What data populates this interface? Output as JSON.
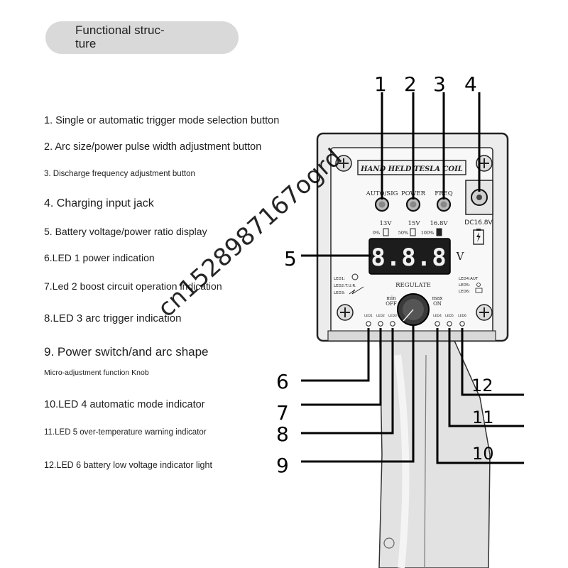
{
  "header": {
    "title_line1": "Functional struc-",
    "title_line2": "ture"
  },
  "features": [
    "1. Single or automatic trigger mode selection button",
    "2. Arc size/power pulse width adjustment button",
    "3. Discharge frequency adjustment button",
    "4. Charging input jack",
    "5. Battery voltage/power ratio display",
    "6.LED 1 power indication",
    "7.Led 2 boost circuit operation indication",
    "8.LED 3 arc trigger indication",
    "9. Power switch/and arc shape",
    "Micro-adjustment function Knob",
    "10.LED 4 automatic mode indicator",
    "11.LED 5 over-temperature warning indicator",
    "12.LED 6 battery low voltage indicator light"
  ],
  "callouts": [
    "1",
    "2",
    "3",
    "4",
    "5",
    "6",
    "7",
    "8",
    "9",
    "10",
    "11",
    "12"
  ],
  "device": {
    "brand": "HAND HELD TESLA COIL",
    "buttons": [
      "AUTO/SIG",
      "POWER",
      "FREQ"
    ],
    "volt_labels": [
      "13V",
      "15V",
      "16.8V"
    ],
    "pct_labels": [
      "0%",
      "50%",
      "100%"
    ],
    "display_digits": "8.8.8",
    "unit": "V",
    "charge_label": "DC16.8V",
    "regulate": "REGULATE",
    "min_label": "min",
    "off_label": "OFF",
    "max_label": "max",
    "on_label": "ON",
    "led_left_labels": [
      "LED1:",
      "LED2:T.U.R.",
      "LED3:"
    ],
    "led_right_labels": [
      "LED4:AUT",
      "LED5:",
      "LED6:"
    ],
    "led_names": [
      "LED1",
      "LED2",
      "LED3",
      "LED4",
      "LED5",
      "LED6"
    ]
  },
  "watermark": "cn1528987167ogrd"
}
